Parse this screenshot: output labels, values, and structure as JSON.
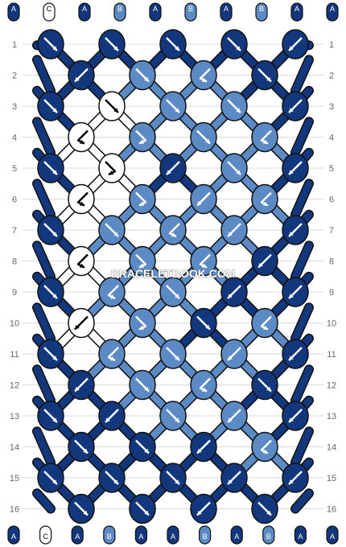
{
  "watermark": "BRACELETBOOK.COM",
  "colors": {
    "A": "#13377c",
    "B": "#5b8ac4",
    "C": "#ffffff",
    "outline": "#111111",
    "grid": "#d9d9d9"
  },
  "strands_top": [
    "A",
    "C",
    "A",
    "B",
    "A",
    "B",
    "A",
    "B",
    "A",
    "A"
  ],
  "strands_bottom": [
    "A",
    "C",
    "A",
    "B",
    "A",
    "A",
    "B",
    "A",
    "B",
    "A",
    "A"
  ],
  "rows": [
    {
      "label": "1",
      "knots": [
        {
          "c": "A",
          "d": "fw"
        },
        {
          "c": "A",
          "d": "fw"
        },
        {
          "c": "A",
          "d": "fw"
        },
        {
          "c": "A",
          "d": "fw"
        },
        {
          "c": "A",
          "d": "bw"
        }
      ]
    },
    {
      "label": "2",
      "knots": [
        {
          "c": "A",
          "d": "bw"
        },
        {
          "c": "B",
          "d": "fw"
        },
        {
          "c": "B",
          "d": "bf"
        },
        {
          "c": "A",
          "d": "fw"
        }
      ]
    },
    {
      "label": "3",
      "knots": [
        {
          "c": "A",
          "d": "fw"
        },
        {
          "c": "C",
          "d": "fw"
        },
        {
          "c": "B",
          "d": "fw"
        },
        {
          "c": "B",
          "d": "fw"
        },
        {
          "c": "A",
          "d": "bw"
        }
      ]
    },
    {
      "label": "4",
      "knots": [
        {
          "c": "C",
          "d": "bf"
        },
        {
          "c": "B",
          "d": "fb"
        },
        {
          "c": "B",
          "d": "fw"
        },
        {
          "c": "B",
          "d": "bf"
        }
      ]
    },
    {
      "label": "5",
      "knots": [
        {
          "c": "A",
          "d": "fw"
        },
        {
          "c": "C",
          "d": "fb"
        },
        {
          "c": "A",
          "d": "bw"
        },
        {
          "c": "B",
          "d": "fw"
        },
        {
          "c": "A",
          "d": "bw"
        }
      ]
    },
    {
      "label": "6",
      "knots": [
        {
          "c": "C",
          "d": "bf"
        },
        {
          "c": "B",
          "d": "fb"
        },
        {
          "c": "B",
          "d": "bw"
        },
        {
          "c": "B",
          "d": "bf"
        }
      ]
    },
    {
      "label": "7",
      "knots": [
        {
          "c": "A",
          "d": "fw"
        },
        {
          "c": "B",
          "d": "fw"
        },
        {
          "c": "B",
          "d": "bf"
        },
        {
          "c": "B",
          "d": "bw"
        },
        {
          "c": "A",
          "d": "bw"
        }
      ]
    },
    {
      "label": "8",
      "knots": [
        {
          "c": "C",
          "d": "bf"
        },
        {
          "c": "B",
          "d": "fb"
        },
        {
          "c": "B",
          "d": "bf"
        },
        {
          "c": "A",
          "d": "bw"
        }
      ]
    },
    {
      "label": "9",
      "knots": [
        {
          "c": "A",
          "d": "fw"
        },
        {
          "c": "B",
          "d": "bf"
        },
        {
          "c": "B",
          "d": "fw"
        },
        {
          "c": "A",
          "d": "bw"
        },
        {
          "c": "A",
          "d": "bw"
        }
      ]
    },
    {
      "label": "10",
      "knots": [
        {
          "c": "C",
          "d": "bw"
        },
        {
          "c": "B",
          "d": "fb"
        },
        {
          "c": "A",
          "d": "fw"
        },
        {
          "c": "B",
          "d": "bf"
        }
      ]
    },
    {
      "label": "11",
      "knots": [
        {
          "c": "A",
          "d": "fw"
        },
        {
          "c": "B",
          "d": "bf"
        },
        {
          "c": "B",
          "d": "fw"
        },
        {
          "c": "B",
          "d": "bw"
        },
        {
          "c": "A",
          "d": "bw"
        }
      ]
    },
    {
      "label": "12",
      "knots": [
        {
          "c": "A",
          "d": "bw"
        },
        {
          "c": "B",
          "d": "fw"
        },
        {
          "c": "B",
          "d": "bf"
        },
        {
          "c": "A",
          "d": "fw"
        }
      ]
    },
    {
      "label": "13",
      "knots": [
        {
          "c": "A",
          "d": "fw"
        },
        {
          "c": "A",
          "d": "bw"
        },
        {
          "c": "B",
          "d": "fw"
        },
        {
          "c": "B",
          "d": "bw"
        },
        {
          "c": "A",
          "d": "bw"
        }
      ]
    },
    {
      "label": "14",
      "knots": [
        {
          "c": "A",
          "d": "fw"
        },
        {
          "c": "A",
          "d": "fw"
        },
        {
          "c": "A",
          "d": "bw"
        },
        {
          "c": "B",
          "d": "bf"
        }
      ]
    },
    {
      "label": "15",
      "knots": [
        {
          "c": "A",
          "d": "fw"
        },
        {
          "c": "A",
          "d": "fw"
        },
        {
          "c": "A",
          "d": "fw"
        },
        {
          "c": "A",
          "d": "bw"
        },
        {
          "c": "A",
          "d": "bw"
        }
      ]
    },
    {
      "label": "16",
      "knots": [
        {
          "c": "A",
          "d": "fw"
        },
        {
          "c": "A",
          "d": "fw"
        },
        {
          "c": "A",
          "d": "bw"
        },
        {
          "c": "A",
          "d": "fw"
        }
      ]
    }
  ]
}
